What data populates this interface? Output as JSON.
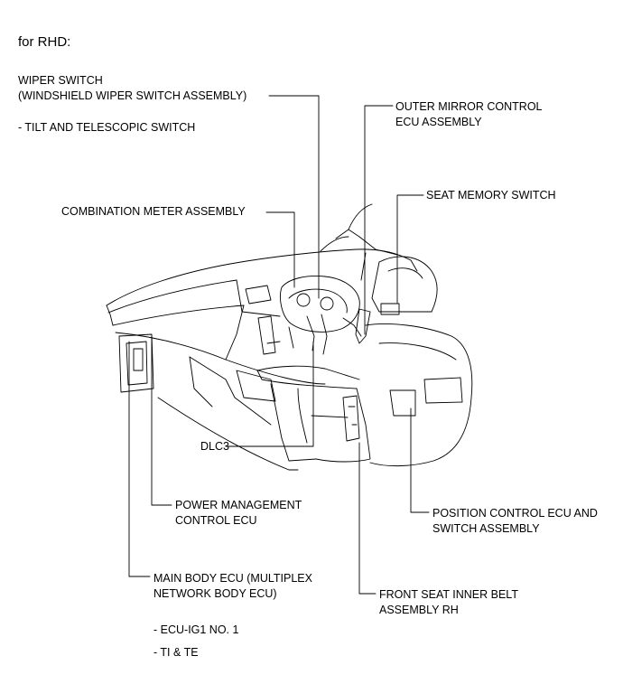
{
  "header": {
    "title": "for RHD:"
  },
  "labels": {
    "wiper_switch": [
      "WIPER SWITCH",
      "(WINDSHIELD WIPER SWITCH ASSEMBLY)"
    ],
    "tilt_switch": "- TILT AND TELESCOPIC SWITCH",
    "combination_meter": "COMBINATION METER ASSEMBLY",
    "outer_mirror": [
      "OUTER MIRROR CONTROL",
      "ECU ASSEMBLY"
    ],
    "seat_memory": "SEAT MEMORY SWITCH",
    "dlc3": "DLC3",
    "power_management": [
      "POWER MANAGEMENT",
      "CONTROL ECU"
    ],
    "position_control": [
      "POSITION CONTROL ECU AND",
      "SWITCH ASSEMBLY"
    ],
    "main_body": [
      "MAIN BODY ECU (MULTIPLEX",
      "NETWORK BODY ECU)"
    ],
    "front_seat_belt": [
      "FRONT SEAT INNER BELT",
      "ASSEMBLY RH"
    ],
    "ecu_ig1": "- ECU-IG1 NO. 1",
    "ti_te": "- TI & TE"
  }
}
